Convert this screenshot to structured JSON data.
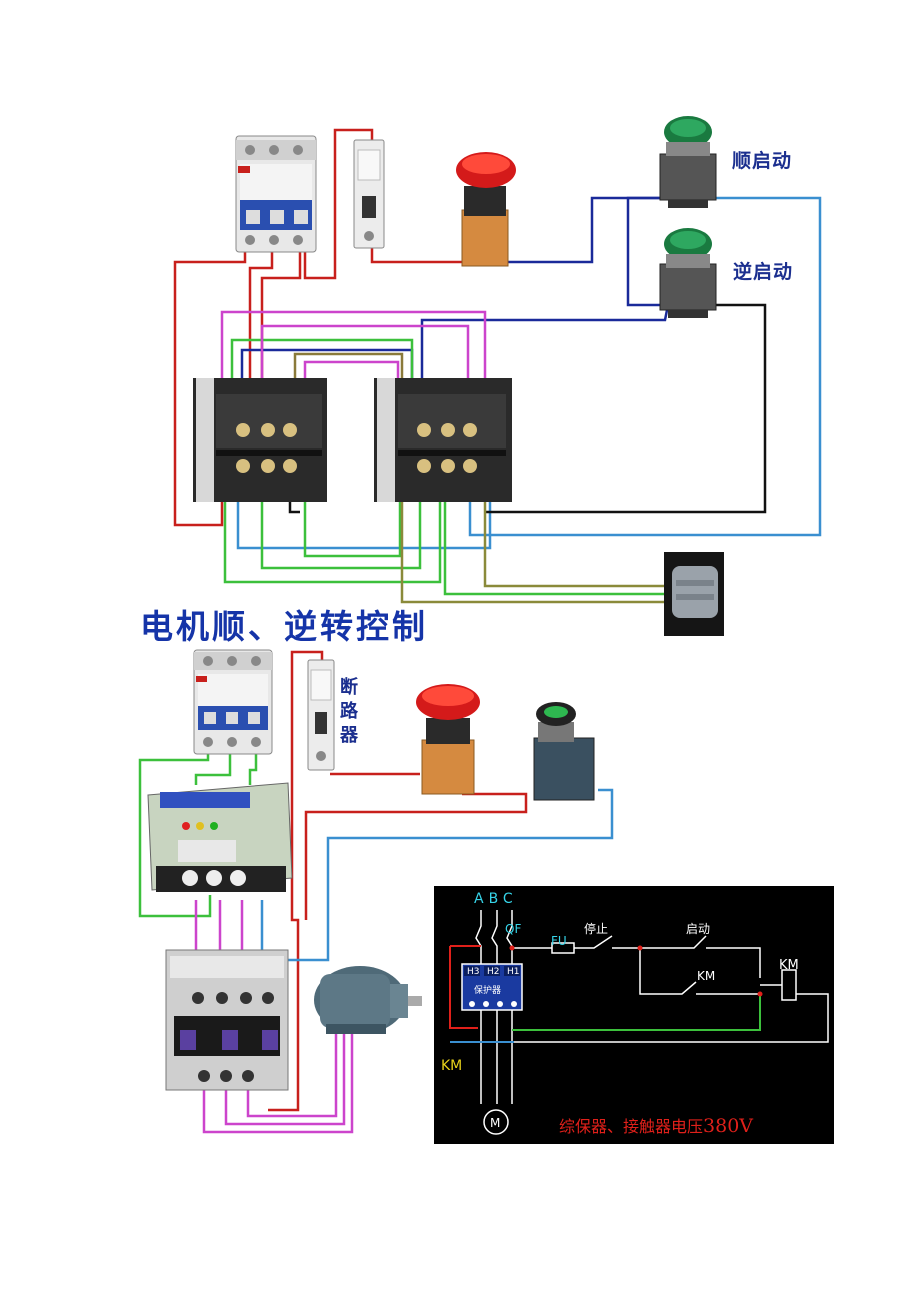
{
  "labels": {
    "forward_start": "顺启动",
    "reverse_start": "逆启动",
    "title": "电机顺、逆转控制",
    "breaker": [
      "断",
      "路",
      "器"
    ]
  },
  "schematic": {
    "phase_labels": "ABC",
    "qf": "QF",
    "fu": "FU",
    "stop": "停止",
    "start": "启动",
    "km_contact": "KM",
    "km_coil": "KM",
    "km_main": "KM",
    "motor": "M",
    "protector": "保护器",
    "h_labels": [
      "H3",
      "H2",
      "H1"
    ],
    "caption_text": "综保器、接触器电压",
    "caption_voltage": "380V"
  },
  "colors": {
    "wire_red": "#c8201c",
    "wire_blue": "#1a2a9a",
    "wire_lightblue": "#3a8fd0",
    "wire_green": "#3cc03c",
    "wire_magenta": "#cc44cc",
    "wire_black": "#111111",
    "wire_olive": "#8a8a3a",
    "label_blue": "#1b2f8f"
  }
}
